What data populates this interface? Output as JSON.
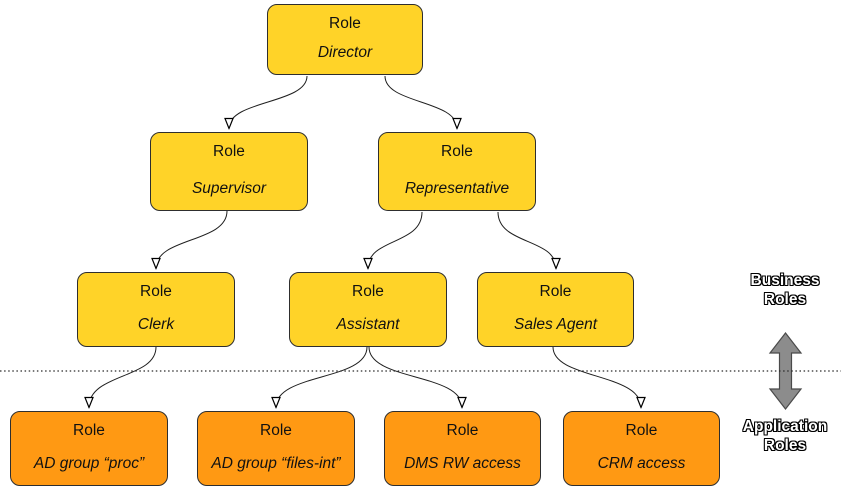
{
  "diagram": {
    "kind": "role-hierarchy",
    "nodes": {
      "director": {
        "label": "Role",
        "name": "Director",
        "category": "business"
      },
      "supervisor": {
        "label": "Role",
        "name": "Supervisor",
        "category": "business"
      },
      "representative": {
        "label": "Role",
        "name": "Representative",
        "category": "business"
      },
      "clerk": {
        "label": "Role",
        "name": "Clerk",
        "category": "business"
      },
      "assistant": {
        "label": "Role",
        "name": "Assistant",
        "category": "business"
      },
      "sales_agent": {
        "label": "Role",
        "name": "Sales Agent",
        "category": "business"
      },
      "ad_group_proc": {
        "label": "Role",
        "name": "AD group “proc”",
        "category": "application"
      },
      "ad_group_files_int": {
        "label": "Role",
        "name": "AD group “files-int”",
        "category": "application"
      },
      "dms_rw_access": {
        "label": "Role",
        "name": "DMS RW access",
        "category": "application"
      },
      "crm_access": {
        "label": "Role",
        "name": "CRM access",
        "category": "application"
      }
    },
    "edges": [
      {
        "from": "Director",
        "to": "Supervisor"
      },
      {
        "from": "Director",
        "to": "Representative"
      },
      {
        "from": "Supervisor",
        "to": "Clerk"
      },
      {
        "from": "Representative",
        "to": "Assistant"
      },
      {
        "from": "Representative",
        "to": "Sales Agent"
      },
      {
        "from": "Clerk",
        "to": "AD group “proc”"
      },
      {
        "from": "Assistant",
        "to": "AD group “files-int”"
      },
      {
        "from": "Assistant",
        "to": "DMS RW access"
      },
      {
        "from": "Sales Agent",
        "to": "CRM access"
      }
    ],
    "side_labels": {
      "business": {
        "line1": "Business",
        "line2": "Roles"
      },
      "application": {
        "line1": "Application",
        "line2": "Roles"
      }
    }
  },
  "colors": {
    "business_fill": "#FFD328",
    "application_fill": "#FF9913",
    "node_border": "#2E2E2E",
    "connector": "#1F1F1F",
    "divider": "#2B2B2B",
    "arrow_fill": "#8C8C8C",
    "arrow_border": "#4A4A4A",
    "label_text": "#FFFFFF",
    "label_outline": "#000000"
  }
}
